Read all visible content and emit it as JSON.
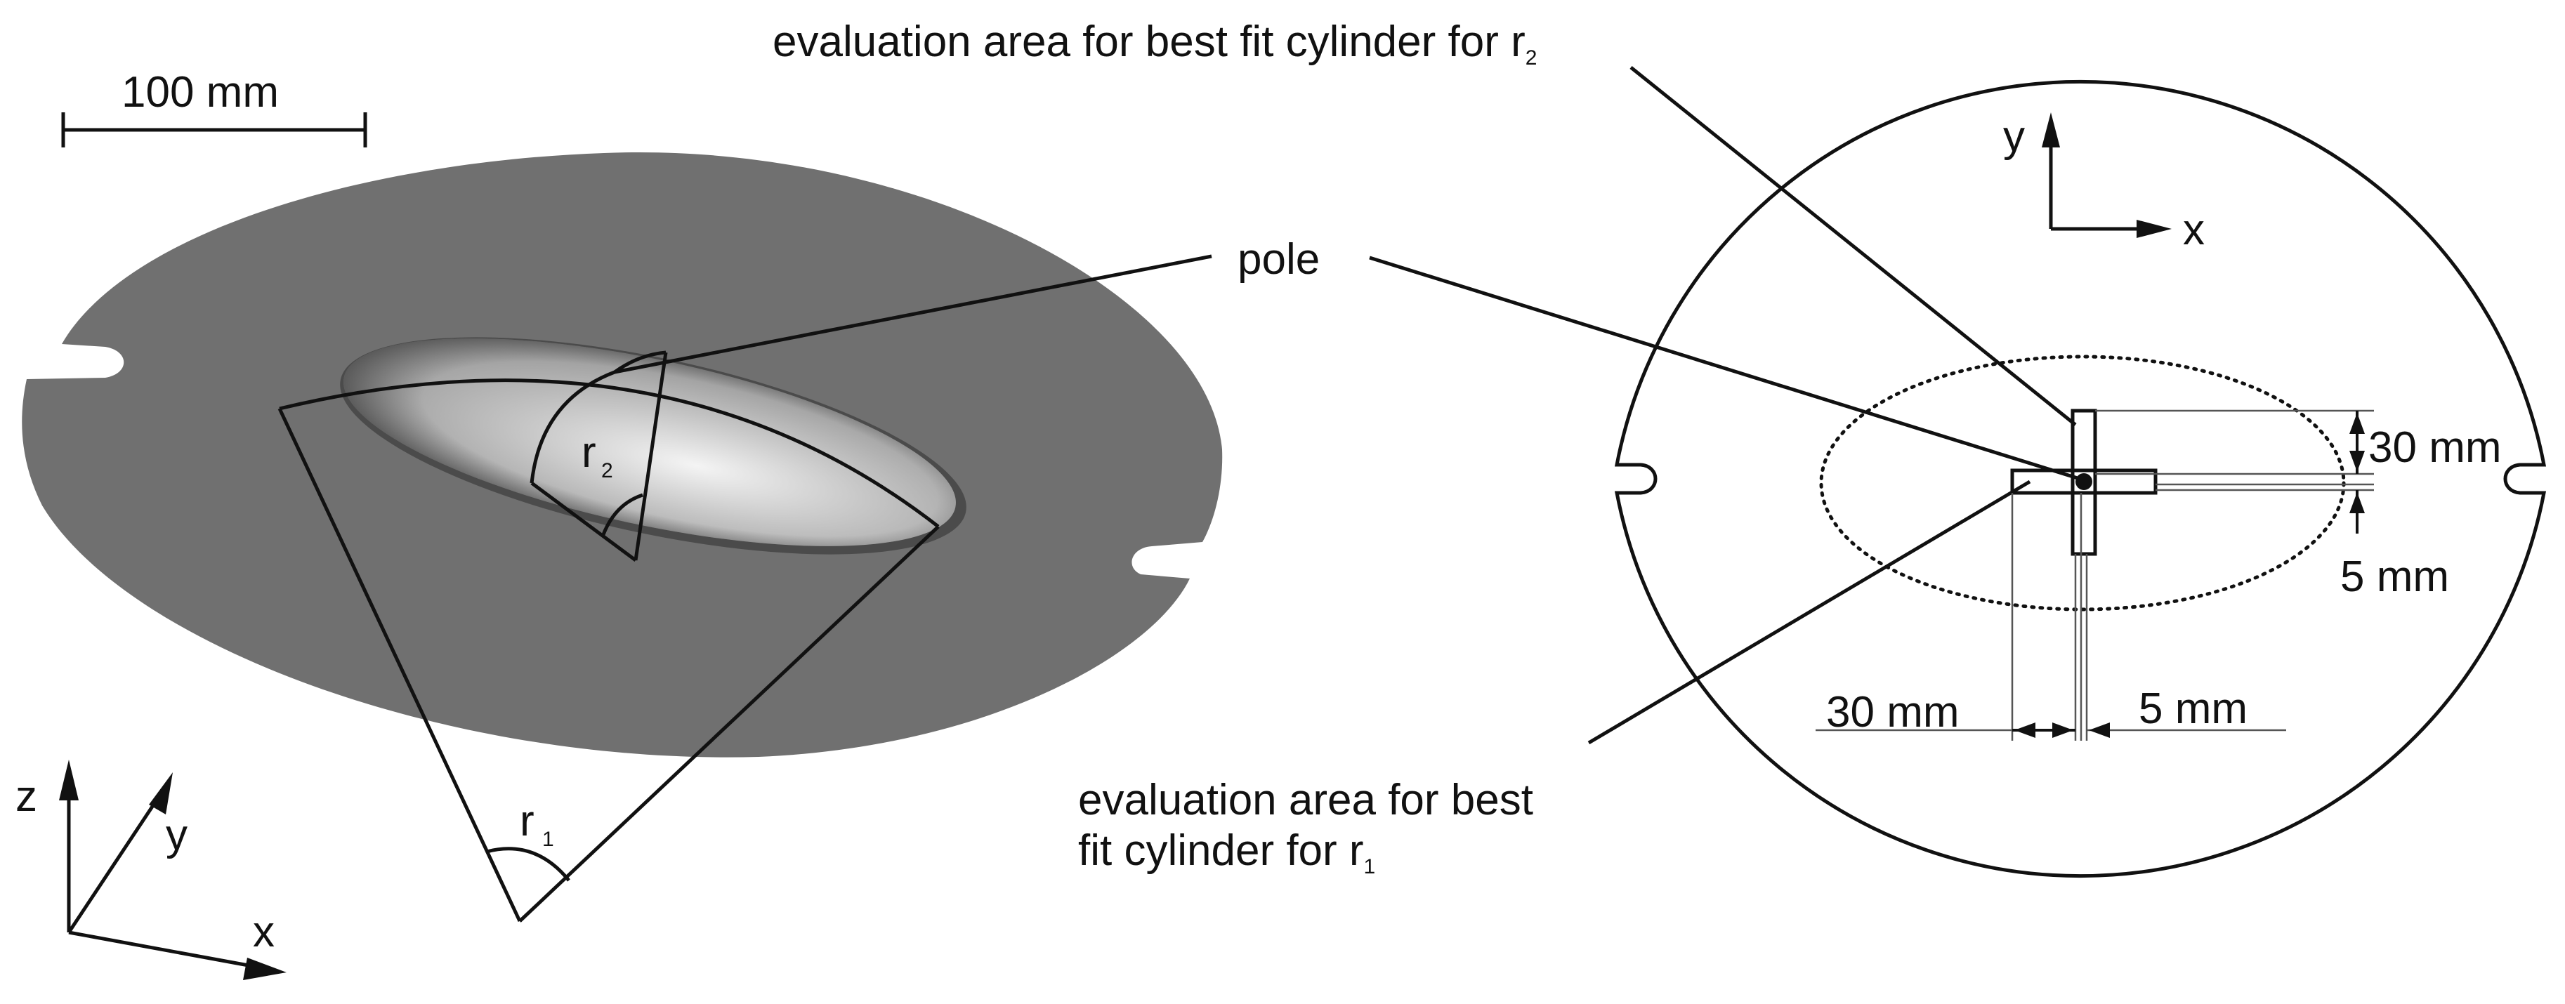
{
  "labels": {
    "scale_bar": "100 mm",
    "pole": "pole",
    "r2_area_line1": "evaluation area for best fit cylinder for r",
    "r2_area_sub": "2",
    "r1_area_line1": "evaluation area for best",
    "r1_area_line2": "fit cylinder for r",
    "r1_area_sub": "1",
    "r1": "r",
    "r1_sub": "1",
    "r2": "r",
    "r2_sub": "2",
    "axis_x_left": "x",
    "axis_y_left": "y",
    "axis_z_left": "z",
    "axis_x_right": "x",
    "axis_y_right": "y",
    "dim_30mm_vertical": "30 mm",
    "dim_5mm_vertical": "5 mm",
    "dim_30mm_horizontal": "30 mm",
    "dim_5mm_horizontal": "5 mm"
  },
  "colors": {
    "ink": "#111111",
    "plate": "#6e6e6e",
    "bulge_light": "#f2f2f2",
    "bulge_dark": "#9a9a9a"
  }
}
